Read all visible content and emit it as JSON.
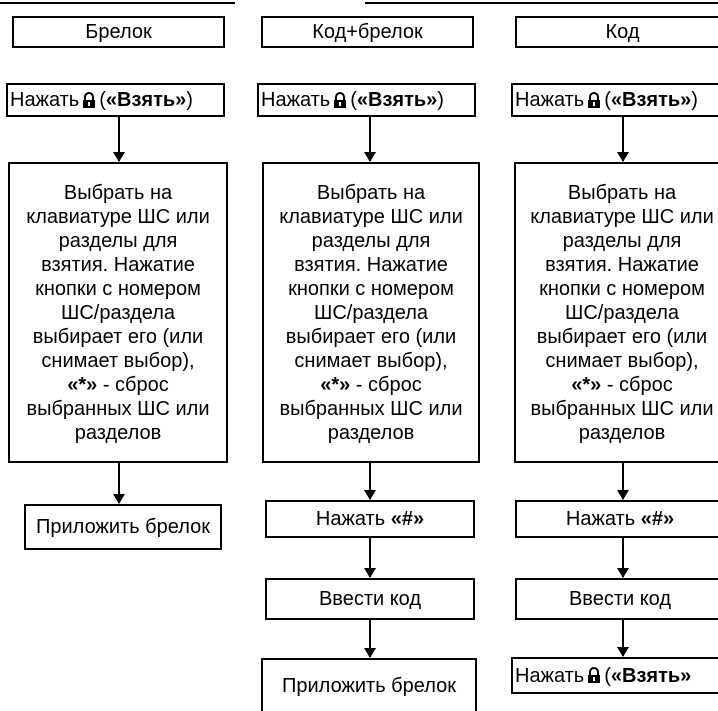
{
  "columns": [
    {
      "header": "Брелок",
      "step1": {
        "prefix": "Нажать",
        "open": "(",
        "key": "«Взять»",
        "close": ")"
      },
      "select": {
        "l1": "Выбрать на",
        "l2": "клавиатуре ШС или",
        "l3": "разделы для",
        "l4": "взятия. Нажатие",
        "l5": "кнопки с номером",
        "l6": "ШС/раздела",
        "l7": "выбирает его (или",
        "l8": "снимает выбор),",
        "l9_key": "«*»",
        "l9_rest": " - сброс",
        "l10": "выбранных ШС или",
        "l11": "разделов"
      },
      "final": "Приложить брелок"
    },
    {
      "header": "Код+брелок",
      "step1": {
        "prefix": "Нажать",
        "open": "(",
        "key": "«Взять»",
        "close": ")"
      },
      "select": {
        "l1": "Выбрать на",
        "l2": "клавиатуре ШС или",
        "l3": "разделы для",
        "l4": "взятия. Нажатие",
        "l5": "кнопки с номером",
        "l6": "ШС/раздела",
        "l7": "выбирает его (или",
        "l8": "снимает выбор),",
        "l9_key": "«*»",
        "l9_rest": " - сброс",
        "l10": "выбранных ШС или",
        "l11": "разделов"
      },
      "press_hash": {
        "prefix": "Нажать ",
        "key": "«#»"
      },
      "enter_code": "Ввести код",
      "final": "Приложить брелок"
    },
    {
      "header": "Код",
      "step1": {
        "prefix": "Нажать",
        "open": "(",
        "key": "«Взять»",
        "close": ")"
      },
      "select": {
        "l1": "Выбрать на",
        "l2": "клавиатуре ШС или",
        "l3": "разделы для",
        "l4": "взятия. Нажатие",
        "l5": "кнопки с номером",
        "l6": "ШС/раздела",
        "l7": "выбирает его (или",
        "l8": "снимает выбор),",
        "l9_key": "«*»",
        "l9_rest": " - сброс",
        "l10": "выбранных ШС или",
        "l11": "разделов"
      },
      "press_hash": {
        "prefix": "Нажать ",
        "key": "«#»"
      },
      "enter_code": "Ввести код",
      "final": {
        "prefix": "Нажать",
        "open": "(",
        "key": "«Взять»",
        "close": ""
      }
    }
  ],
  "lock_icon": "padlock-icon"
}
